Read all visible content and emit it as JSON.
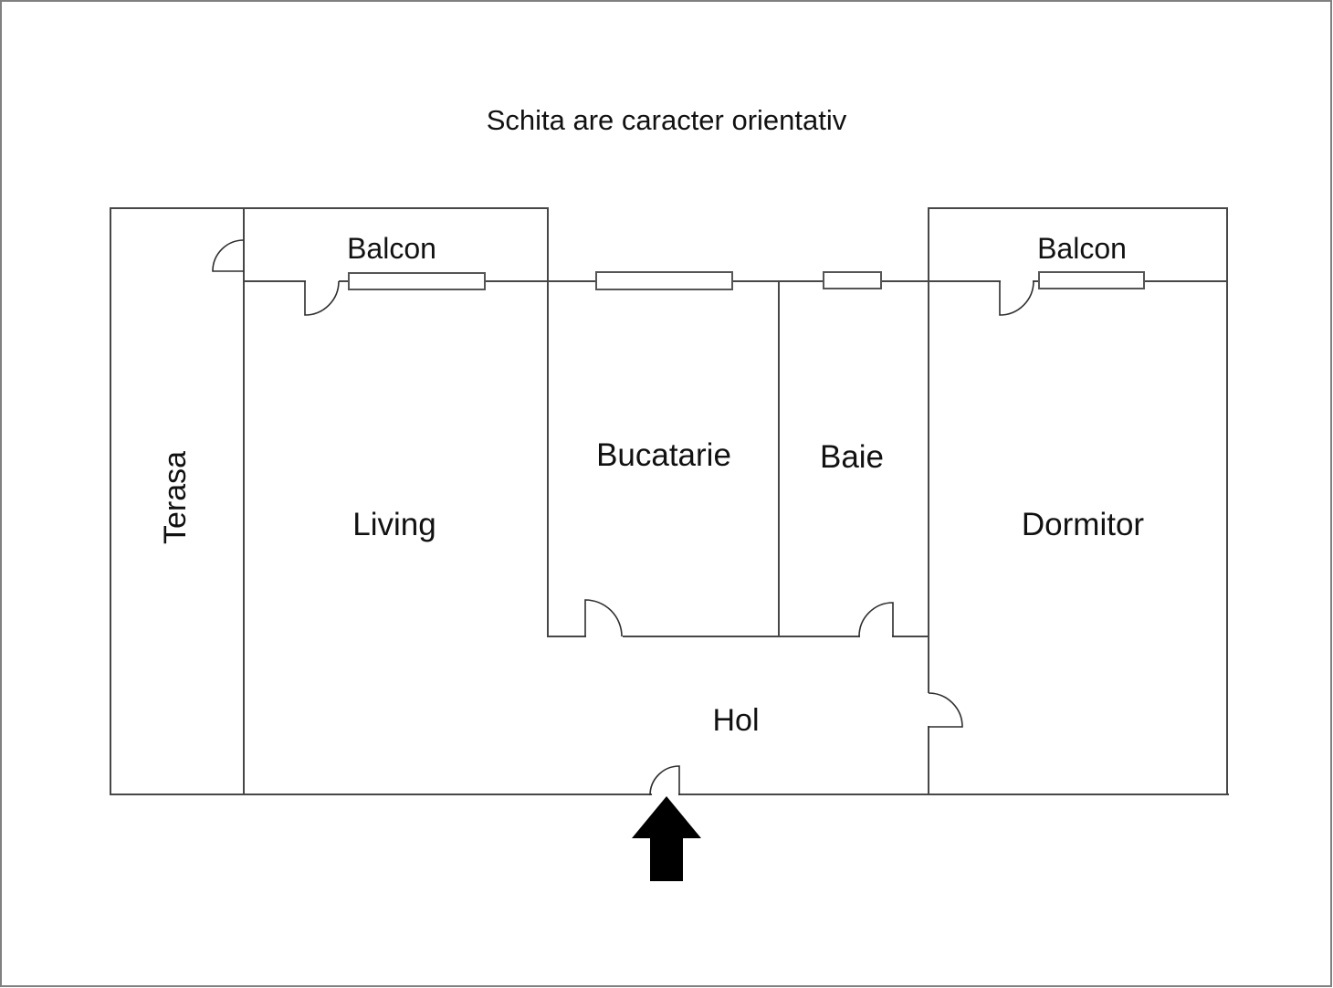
{
  "title": "Schita are caracter orientativ",
  "colors": {
    "background": "#ffffff",
    "page_border": "#808080",
    "wall": "#474747",
    "window": "#555555",
    "door_arc": "#2e2e2e",
    "arrow": "#000000",
    "text": "#111111"
  },
  "rooms": {
    "terasa": "Terasa",
    "living": "Living",
    "bucatarie": "Bucatarie",
    "baie": "Baie",
    "dormitor": "Dormitor",
    "hol": "Hol",
    "balcon_left": "Balcon",
    "balcon_right": "Balcon"
  },
  "icons": {
    "entrance_arrow": "up-arrow"
  }
}
